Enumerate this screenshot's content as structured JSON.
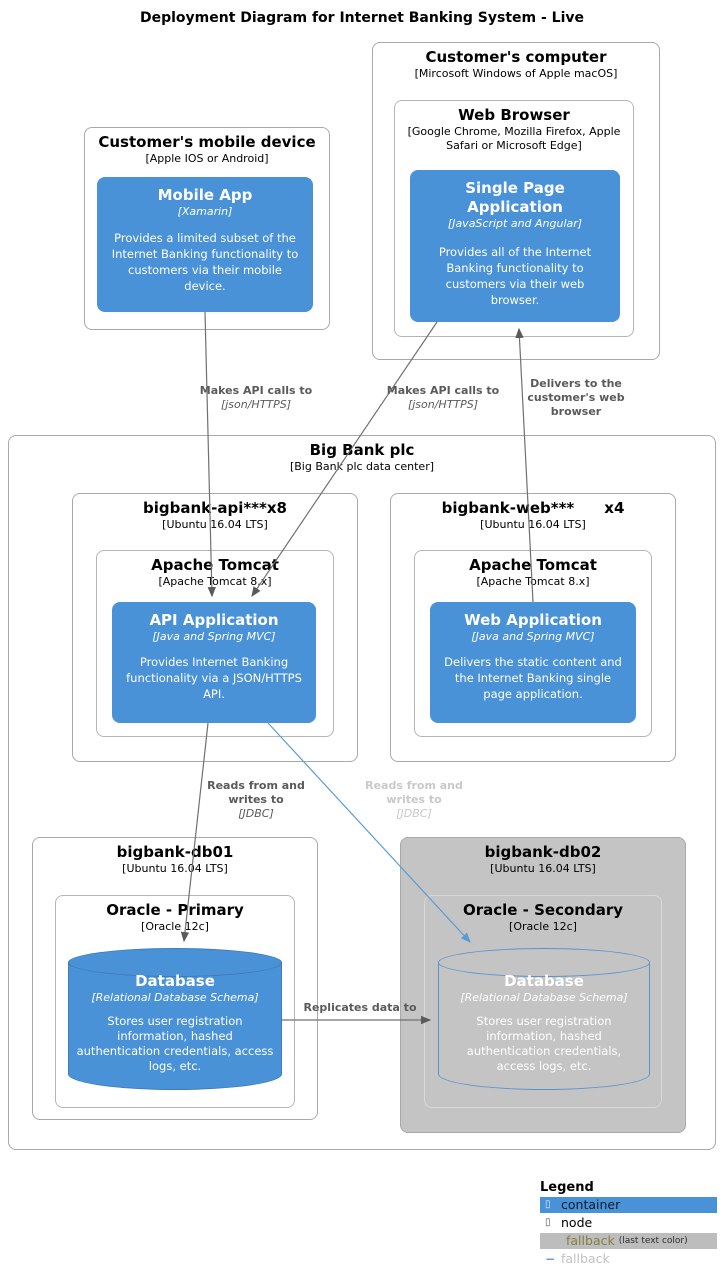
{
  "title": "Deployment Diagram for Internet Banking System - Live",
  "colors": {
    "container_blue": "#4a92d8",
    "node_border": "#a9a9a9",
    "fallback_gray": "#c4c4c4",
    "edge_gray": "#707070",
    "edge_fallback_blue": "#5b9bd5",
    "label_dark": "#5a5a5a",
    "label_fallback": "#c9c9c9"
  },
  "nodes": {
    "customers_computer": {
      "title": "Customer's computer",
      "subtitle": "[Mircosoft Windows of Apple macOS]"
    },
    "web_browser": {
      "title": "Web Browser",
      "subtitle": "[Google Chrome, Mozilla Firefox, Apple Safari or Microsoft Edge]"
    },
    "spa": {
      "title": "Single Page Application",
      "tech": "[JavaScript and Angular]",
      "description": "Provides all of the Internet Banking functionality to customers via their web browser."
    },
    "mobile_device": {
      "title": "Customer's mobile device",
      "subtitle": "[Apple IOS or Android]"
    },
    "mobile_app": {
      "title": "Mobile App",
      "tech": "[Xamarin]",
      "description": "Provides a limited subset of the Internet Banking functionality to customers via their mobile device."
    },
    "big_bank": {
      "title": "Big Bank plc",
      "subtitle": "[Big Bank plc data center]"
    },
    "api_server": {
      "title": "bigbank-api***x8",
      "subtitle": "[Ubuntu 16.04 LTS]"
    },
    "api_tomcat": {
      "title": "Apache Tomcat",
      "subtitle": "[Apache Tomcat 8.x]"
    },
    "api_app": {
      "title": "API Application",
      "tech": "[Java and Spring MVC]",
      "description": "Provides Internet Banking functionality via a JSON/HTTPS API."
    },
    "web_server": {
      "title": "bigbank-web***",
      "suffix": "x4",
      "subtitle": "[Ubuntu 16.04 LTS]"
    },
    "web_tomcat": {
      "title": "Apache Tomcat",
      "subtitle": "[Apache Tomcat 8.x]"
    },
    "web_app": {
      "title": "Web Application",
      "tech": "[Java and Spring MVC]",
      "description": "Delivers the static content and the Internet Banking single page application."
    },
    "db01": {
      "title": "bigbank-db01",
      "subtitle": "[Ubuntu 16.04 LTS]"
    },
    "oracle_primary": {
      "title": "Oracle - Primary",
      "subtitle": "[Oracle 12c]"
    },
    "database_primary": {
      "title": "Database",
      "tech": "[Relational Database Schema]",
      "description": "Stores user registration information, hashed authentication credentials, access logs, etc."
    },
    "db02": {
      "title": "bigbank-db02",
      "subtitle": "[Ubuntu 16.04 LTS]"
    },
    "oracle_secondary": {
      "title": "Oracle - Secondary",
      "subtitle": "[Oracle 12c]"
    },
    "database_secondary": {
      "title": "Database",
      "tech": "[Relational Database Schema]",
      "description": "Stores user registration information, hashed authentication credentials, access logs, etc."
    }
  },
  "edges": {
    "mobile_to_api": {
      "label": "Makes API calls to",
      "tech": "[json/HTTPS]"
    },
    "spa_to_api": {
      "label": "Makes API calls to",
      "tech": "[json/HTTPS]"
    },
    "web_to_spa": {
      "label": "Delivers to the customer's web browser"
    },
    "api_to_db1": {
      "label": "Reads from and writes to",
      "tech": "[JDBC]"
    },
    "api_to_db2": {
      "label": "Reads from and writes to",
      "tech": "[JDBC]"
    },
    "db1_to_db2": {
      "label": "Replicates data to"
    }
  },
  "legend": {
    "title": "Legend",
    "container": {
      "glyph": "▯",
      "label": "container"
    },
    "node": {
      "glyph": "▯",
      "label": "node"
    },
    "fallback_bg": {
      "label": "fallback",
      "note": "(last text color)"
    },
    "fallback_line": {
      "glyph": "−",
      "label": "fallback"
    }
  }
}
